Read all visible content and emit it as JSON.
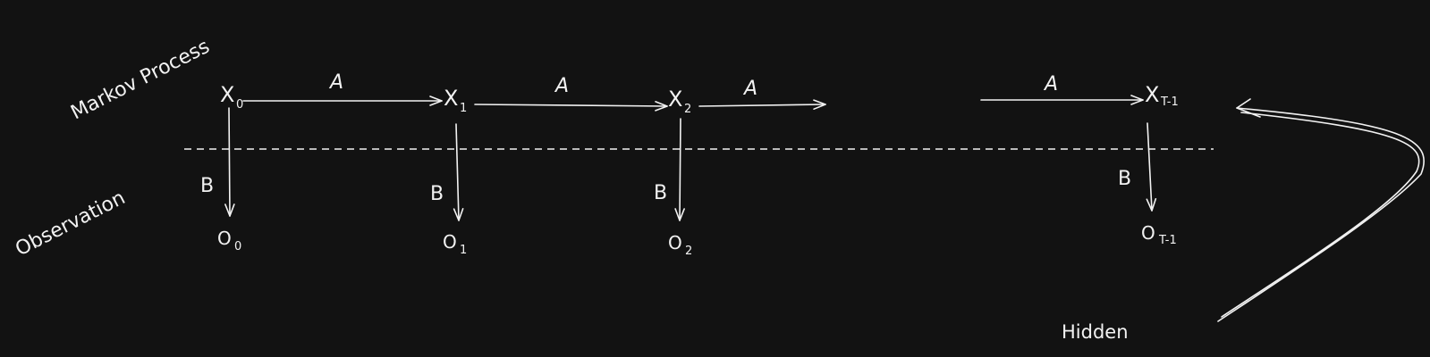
{
  "labels": {
    "markov_process": "Markov Process",
    "observation": "Observation",
    "hidden": "Hidden"
  },
  "states": [
    {
      "base": "X",
      "sub": "0"
    },
    {
      "base": "X",
      "sub": "1"
    },
    {
      "base": "X",
      "sub": "2"
    },
    {
      "base": "X",
      "sub": "T-1"
    }
  ],
  "observations": [
    {
      "base": "O",
      "sub": "0"
    },
    {
      "base": "O",
      "sub": "1"
    },
    {
      "base": "O",
      "sub": "2"
    },
    {
      "base": "O",
      "sub": "T-1"
    }
  ],
  "transition_label": "A",
  "emission_label": "B",
  "colors": {
    "background": "#121212",
    "ink": "#f2f2f2"
  }
}
